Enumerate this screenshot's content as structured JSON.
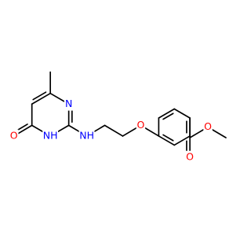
{
  "molecule": {
    "atoms": {
      "O_keto": {
        "symbol": "O",
        "color": "#ff0000"
      },
      "NH_ring": {
        "symbol": "NH",
        "color": "#0000ff"
      },
      "N_ring": {
        "symbol": "N",
        "color": "#0000ff"
      },
      "NH_link": {
        "symbol": "NH",
        "color": "#0000ff"
      },
      "O_ether": {
        "symbol": "O",
        "color": "#ff0000"
      },
      "O_ester": {
        "symbol": "O",
        "color": "#ff0000"
      },
      "O_carbonyl": {
        "symbol": "O",
        "color": "#ff0000"
      }
    },
    "bond_color": "#000000"
  }
}
